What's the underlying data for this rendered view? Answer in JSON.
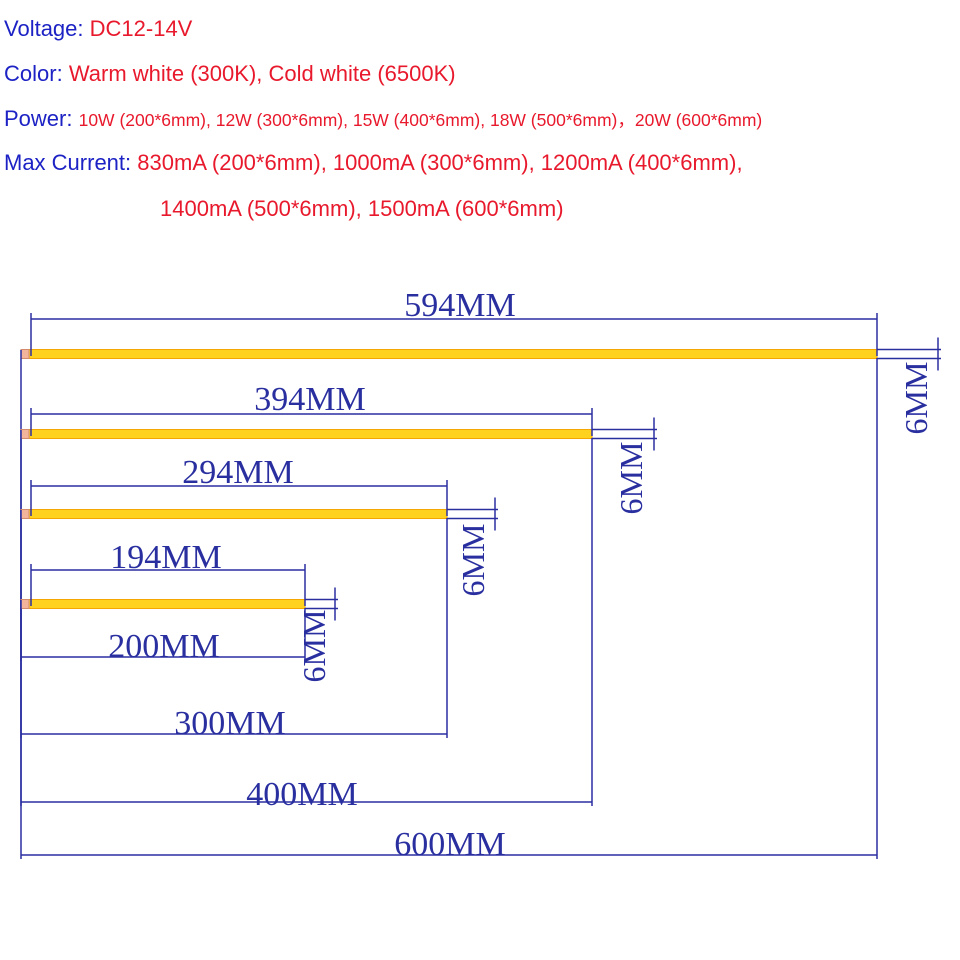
{
  "specs": {
    "voltage": {
      "key": "Voltage",
      "value": "DC12-14V"
    },
    "color": {
      "key": "Color",
      "value": "Warm white (300K), Cold white (6500K)"
    },
    "power": {
      "key": "Power",
      "value": "10W (200*6mm), 12W (300*6mm), 15W (400*6mm), 18W (500*6mm)，20W (600*6mm)"
    },
    "current": {
      "key": "Max Current",
      "value": "830mA (200*6mm), 1000mA (300*6mm), 1200mA (400*6mm),",
      "value2": "1400mA (500*6mm), 1500mA (600*6mm)"
    }
  },
  "diagram": {
    "strips": [
      {
        "length_label": "594MM",
        "overall_label": "600MM",
        "width_label": "6MM"
      },
      {
        "length_label": "394MM",
        "overall_label": "400MM",
        "width_label": "6MM"
      },
      {
        "length_label": "294MM",
        "overall_label": "300MM",
        "width_label": "6MM"
      },
      {
        "length_label": "194MM",
        "overall_label": "200MM",
        "width_label": "6MM"
      }
    ],
    "colors": {
      "strip": "#ffd21f",
      "strip_edge": "#f3a700",
      "end_cap": "#f2b49a",
      "dimension_line": "#2a2fa0",
      "key_text": "#1c22c4",
      "value_text": "#e8192c"
    }
  }
}
